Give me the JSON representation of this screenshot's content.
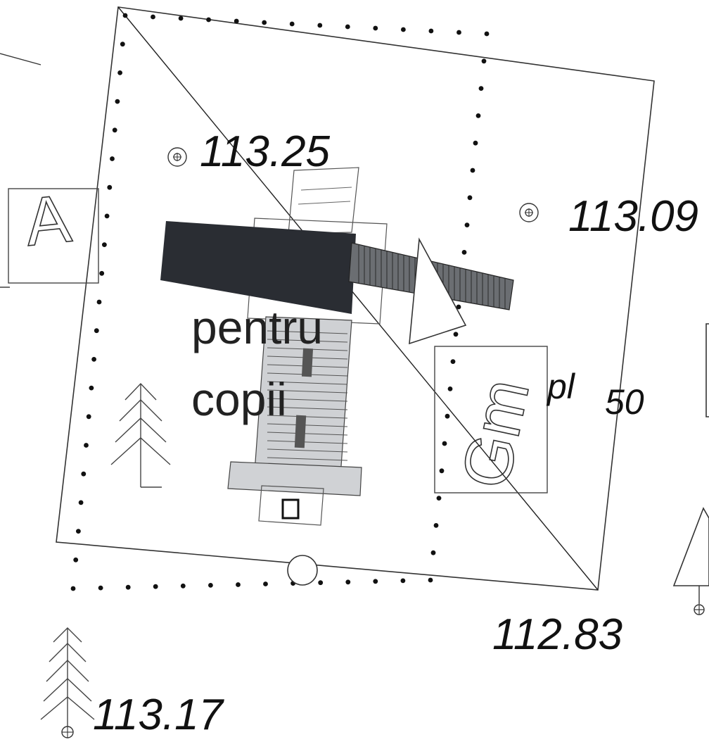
{
  "elevations": {
    "top_left": "113.25",
    "right": "113.09",
    "bottom_right": "112.83",
    "bottom_left": "113.17"
  },
  "labels": {
    "word_1": "pentru",
    "word_2": "copii",
    "plot_prefix": "pl",
    "plot_number": "50",
    "box_letter": "A",
    "side_letters": "Gm"
  },
  "colors": {
    "line": "#222222",
    "dark_fill": "#2a2d33",
    "dot": "#111111",
    "background": "#ffffff"
  },
  "icons": [
    "tree-symbol",
    "survey-point-icon",
    "arrow-triangle"
  ]
}
